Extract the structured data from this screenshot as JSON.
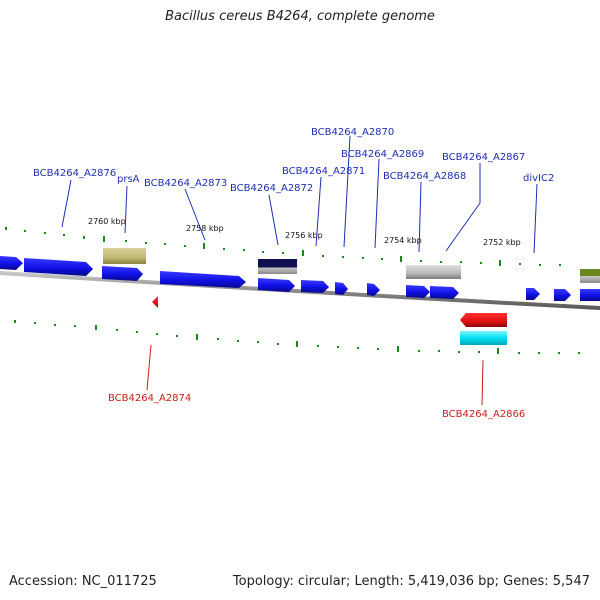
{
  "title": "Bacillus cereus B4264, complete genome",
  "footer": {
    "accession": "Accession: NC_011725",
    "summary": "Topology: circular; Length: 5,419,036 bp; Genes: 5,547"
  },
  "colors": {
    "forward_gene": "#1010e6",
    "reverse_gene": "#e01010",
    "cyan_feature": "#00e0f0",
    "olive_feature": "#c0b870",
    "grey_feature": "#b8b8b8",
    "navy_feature": "#101050",
    "green_feature": "#6a8a20",
    "tick": "#1a8a1a",
    "backbone": "#8c8c8c",
    "label_forward": "#1f2fb0",
    "label_reverse": "#c8201a"
  },
  "scale_labels": [
    "2760 kbp",
    "2758 kbp",
    "2756 kbp",
    "2754 kbp",
    "2752 kbp"
  ],
  "gene_labels": {
    "forward": [
      "BCB4264_A2876",
      "prsA",
      "BCB4264_A2873",
      "BCB4264_A2872",
      "BCB4264_A2871",
      "BCB4264_A2870",
      "BCB4264_A2869",
      "BCB4264_A2868",
      "BCB4264_A2867",
      "divIC2"
    ],
    "reverse": [
      "BCB4264_A2874",
      "BCB4264_A2866"
    ]
  }
}
